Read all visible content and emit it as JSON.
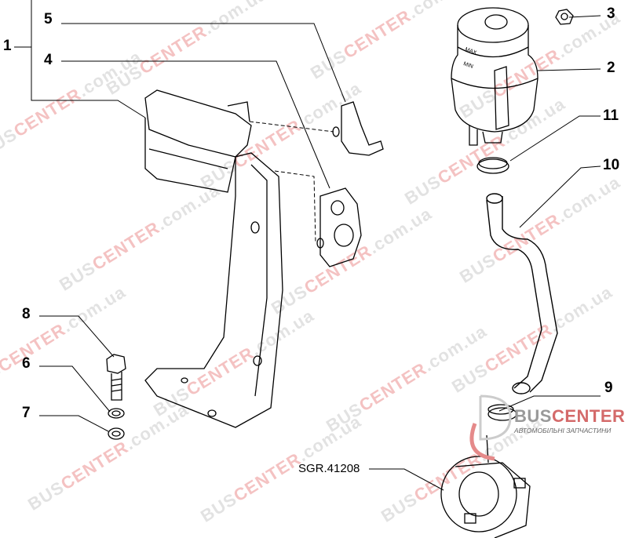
{
  "diagram": {
    "callouts": [
      {
        "id": "1",
        "label": "1"
      },
      {
        "id": "2",
        "label": "2"
      },
      {
        "id": "3",
        "label": "3"
      },
      {
        "id": "4",
        "label": "4"
      },
      {
        "id": "5",
        "label": "5"
      },
      {
        "id": "6",
        "label": "6"
      },
      {
        "id": "7",
        "label": "7"
      },
      {
        "id": "8",
        "label": "8"
      },
      {
        "id": "9",
        "label": "9"
      },
      {
        "id": "10",
        "label": "10"
      },
      {
        "id": "11",
        "label": "11"
      }
    ],
    "reference": "SGR.41208",
    "reservoir_marks": {
      "max": "MAX",
      "min": "MIN"
    }
  },
  "watermark": {
    "brand_a": "BUS",
    "brand_b": "CENTER",
    "suffix": ".com.ua"
  },
  "logo": {
    "title_a": "BUS",
    "title_b": "CENTER",
    "subtitle": "АВТОМОБІЛЬНІ ЗАПЧАСТИНИ"
  },
  "colors": {
    "line": "#000000",
    "watermark_red": "#d46a6a"
  }
}
